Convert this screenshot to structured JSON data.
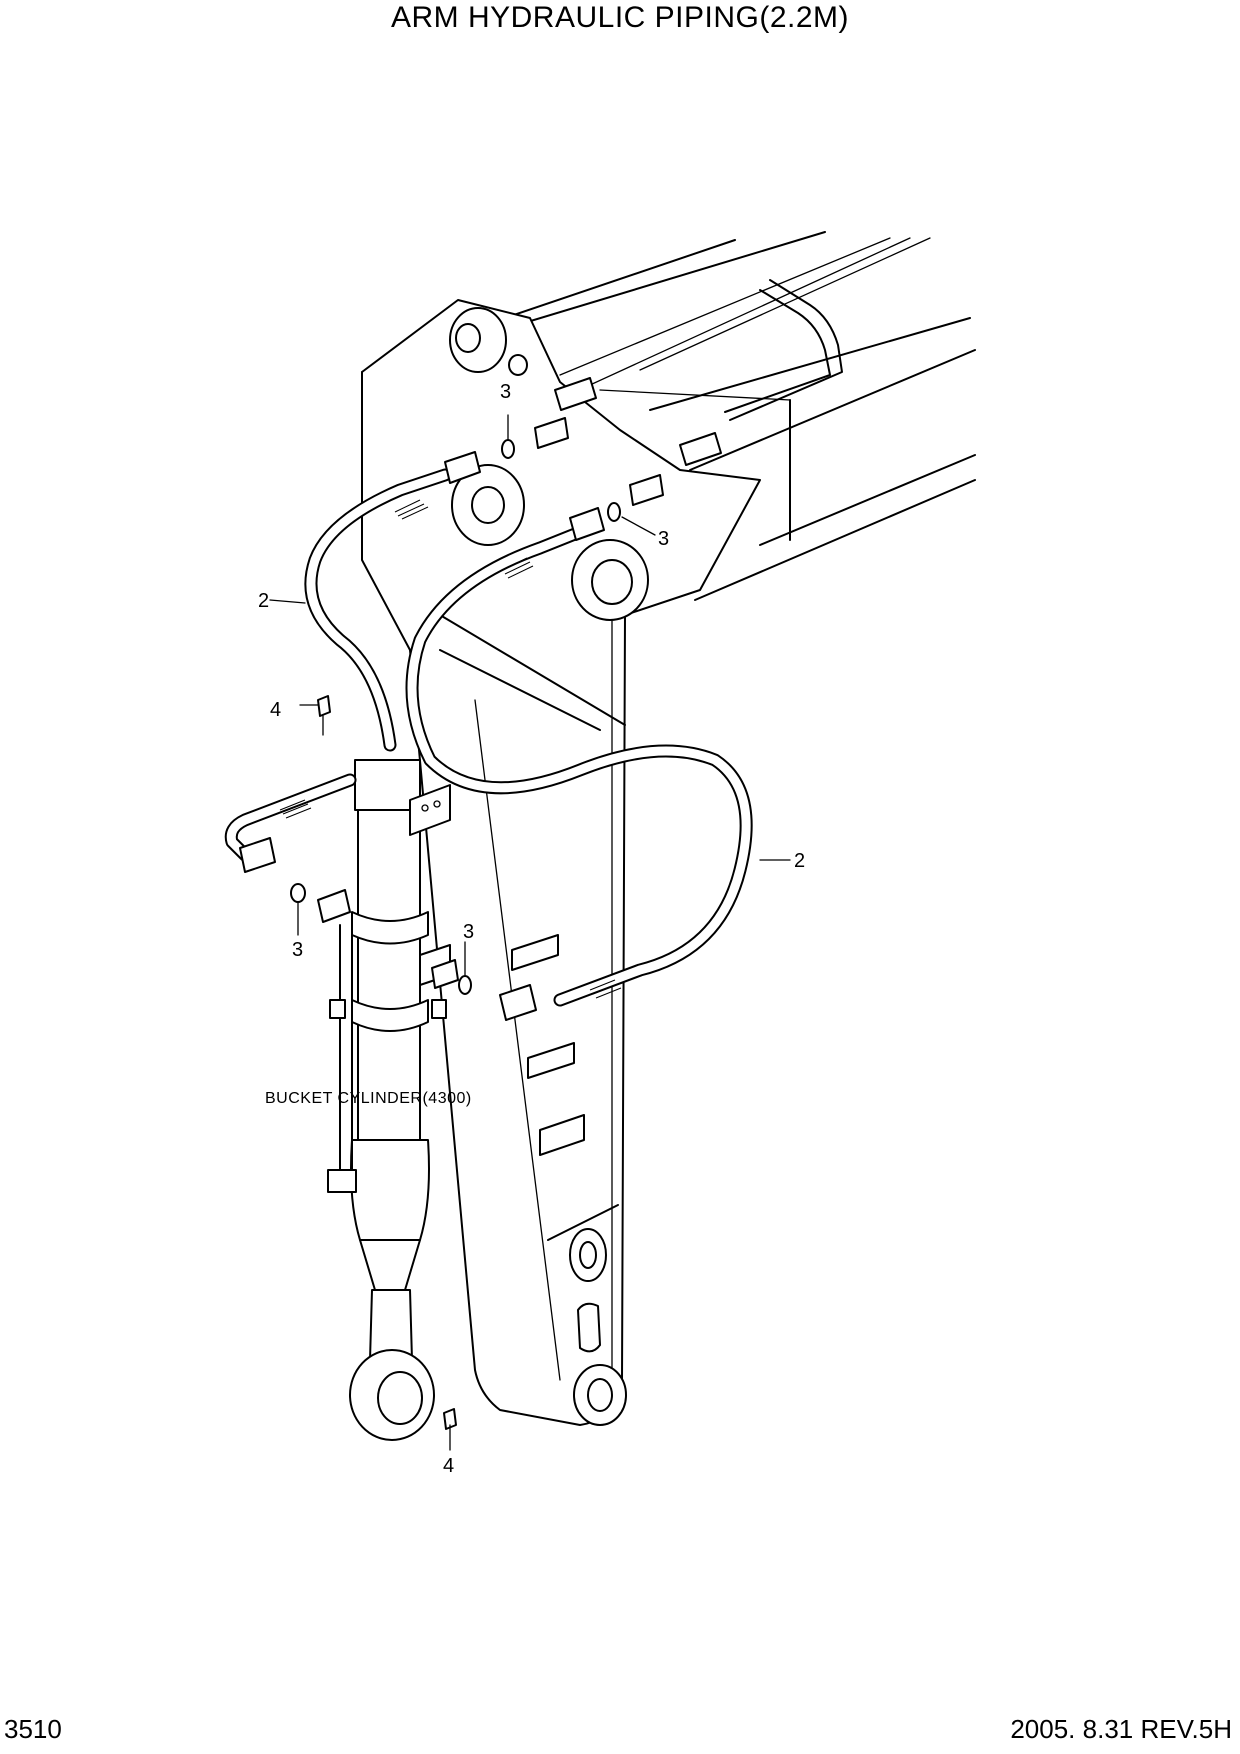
{
  "title": "ARM HYDRAULIC PIPING(2.2M)",
  "footer": {
    "page_number": "3510",
    "revision": "2005. 8.31  REV.5H"
  },
  "callouts": {
    "part_2_upper": "2",
    "part_2_right": "2",
    "part_3_top": "3",
    "part_3_mid": "3",
    "part_3_left": "3",
    "part_3_right": "3",
    "part_4_upper": "4",
    "part_4_lower": "4"
  },
  "note": "BUCKET CYLINDER(4300)"
}
